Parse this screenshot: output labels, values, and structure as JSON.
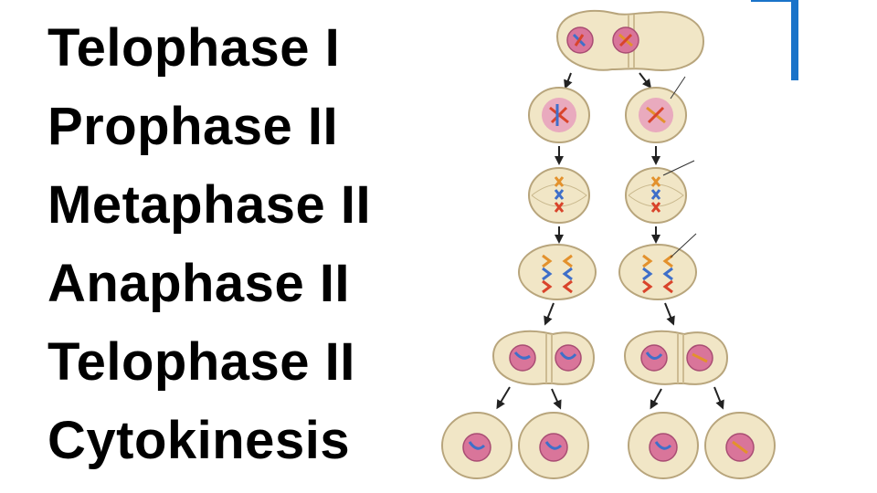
{
  "stages": [
    "Telophase I",
    "Prophase II",
    "Metaphase II",
    "Anaphase II",
    "Telophase II",
    "Cytokinesis"
  ],
  "colors": {
    "cell_fill": "#f1e6c6",
    "cell_stroke": "#b8a57c",
    "nucleus_fill": "#d9759a",
    "chromosome_red": "#d9442b",
    "chromosome_blue": "#3f6fc9",
    "chromosome_orange": "#e3912c",
    "accent_bar": "#1a73c9"
  }
}
